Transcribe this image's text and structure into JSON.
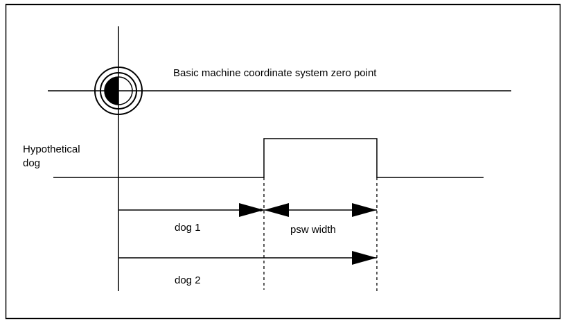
{
  "diagram": {
    "zero_point_label": "Basic machine coordinate system zero point",
    "dog_label_line1": "Hypothetical",
    "dog_label_line2": "dog",
    "dog1_label": "dog 1",
    "psw_width_label": "psw width",
    "dog2_label": "dog 2",
    "icons": {
      "zero_point": "reference-point-icon"
    },
    "colors": {
      "line": "#000000",
      "background": "#ffffff"
    }
  }
}
